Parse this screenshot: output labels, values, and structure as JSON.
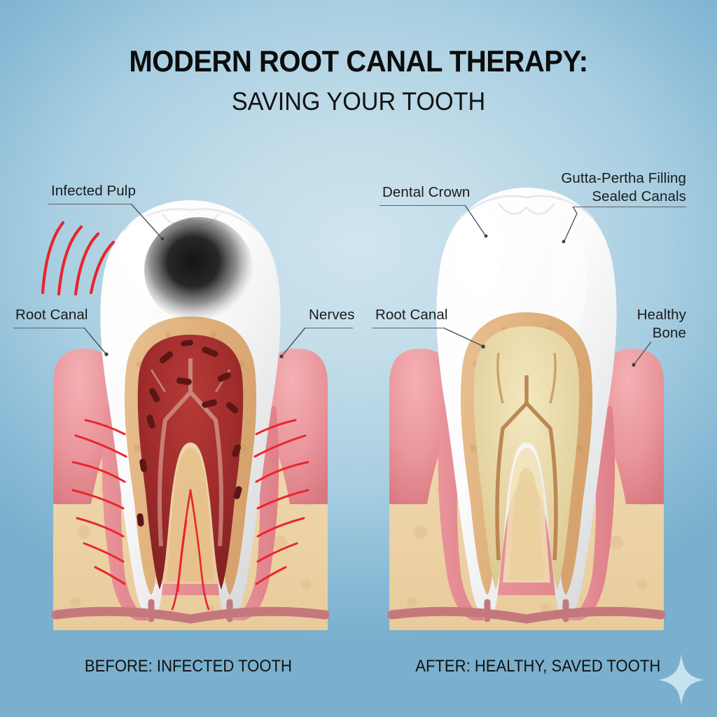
{
  "header": {
    "title": "MODERN ROOT CANAL THERAPY:",
    "subtitle": "SAVING YOUR TOOTH"
  },
  "captions": {
    "left": "BEFORE: INFECTED TOOTH",
    "right": "AFTER: HEALTHY, SAVED TOOTH"
  },
  "labels": {
    "infected_pulp": "Infected Pulp",
    "root_canal_left": "Root Canal",
    "nerves": "Nerves",
    "dental_crown": "Dental Crown",
    "gutta_line1": "Gutta-Pertha Filling",
    "gutta_line2": "Sealed Canals",
    "root_canal_right": "Root Canal",
    "healthy_line1": "Healthy",
    "healthy_line2": "Bone"
  },
  "icons": {
    "sparkle": "four-point-sparkle-icon",
    "pain_waves": "pain-wave-arcs-icon",
    "decay": "decay-spot-icon"
  },
  "colors": {
    "background_center": "#cfe5ef",
    "background_edge": "#7ab0cd",
    "enamel": "#ffffff",
    "dentin": "#e3b684",
    "infected_pulp": "#a32e2e",
    "gutta_percha": "#e8d9a8",
    "gum": "#e8949b",
    "bone": "#ecd3a9",
    "nerve_red": "#e8252b",
    "label_text": "#1b1b1b",
    "leader_line": "#4d5459",
    "title_text": "#0c0c0c",
    "sparkle": "#cfe6f2"
  },
  "diagram": {
    "type": "before-after-comparison",
    "subject": "molar tooth cross-section",
    "left_panel": {
      "state": "infected",
      "features": [
        "decay cavity in enamel",
        "inflamed red pulp chamber",
        "bacteria in pulp",
        "pain waves",
        "root canals",
        "nerves",
        "gum",
        "jaw bone"
      ]
    },
    "right_panel": {
      "state": "treated",
      "features": [
        "intact dental crown",
        "gutta-percha filled canals",
        "sealed canals",
        "healthy bone",
        "gum",
        "root canals"
      ]
    }
  }
}
